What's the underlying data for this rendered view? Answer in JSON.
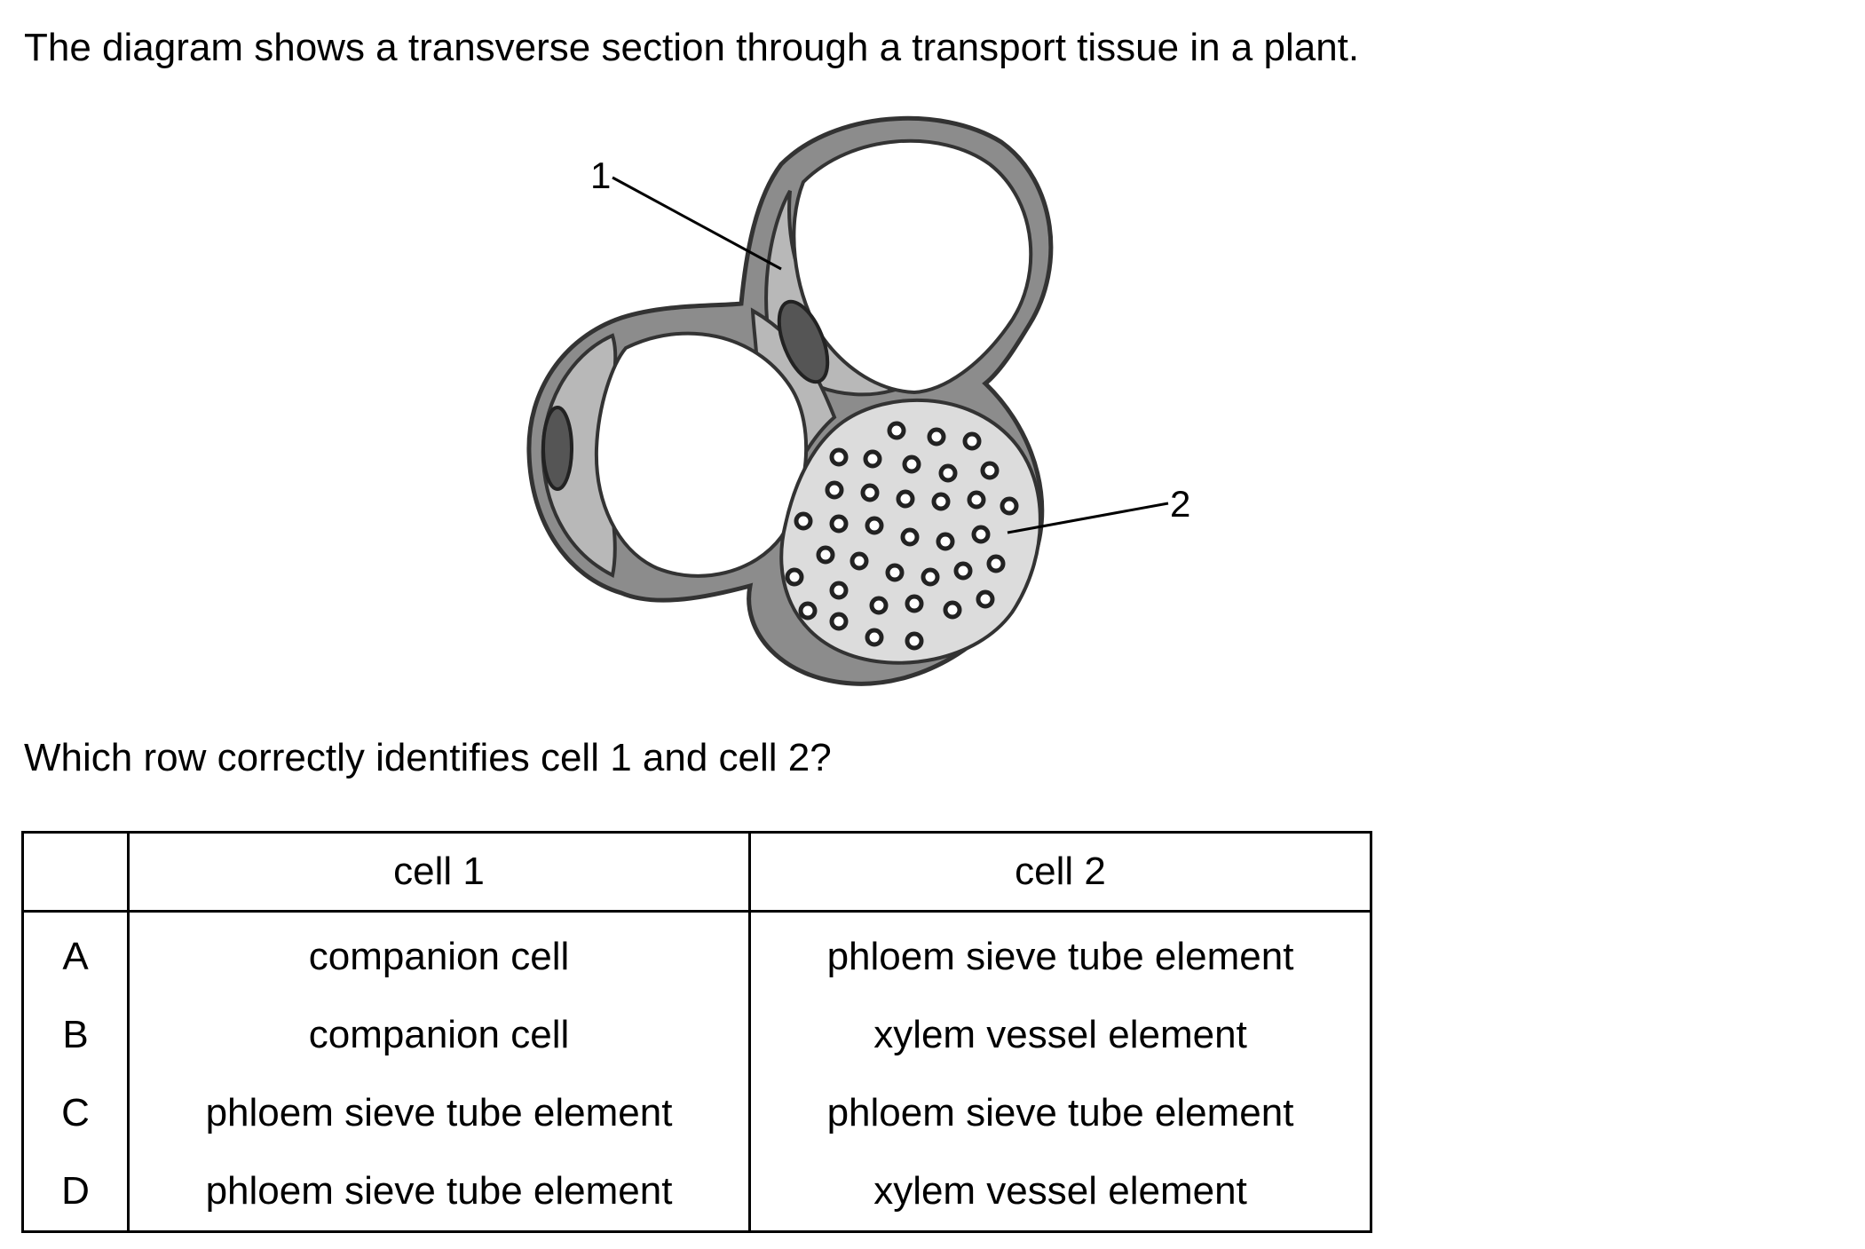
{
  "intro": "The diagram shows a transverse section through a transport tissue in a plant.",
  "diagram": {
    "label_1": "1",
    "label_2": "2"
  },
  "question": "Which row correctly identifies cell 1 and cell 2?",
  "table": {
    "headers": [
      "",
      "cell 1",
      "cell 2"
    ],
    "rows": [
      {
        "key": "A",
        "cell1": "companion cell",
        "cell2": "phloem sieve tube element"
      },
      {
        "key": "B",
        "cell1": "companion cell",
        "cell2": "xylem vessel element"
      },
      {
        "key": "C",
        "cell1": "phloem sieve tube element",
        "cell2": "phloem sieve tube element"
      },
      {
        "key": "D",
        "cell1": "phloem sieve tube element",
        "cell2": "xylem vessel element"
      }
    ]
  },
  "colors": {
    "wall": "#8c8c8c",
    "outline": "#333333",
    "cytoplasm": "#b8b8b8",
    "nucleus": "#555555",
    "sieve_cell": "#dcdcdc"
  }
}
